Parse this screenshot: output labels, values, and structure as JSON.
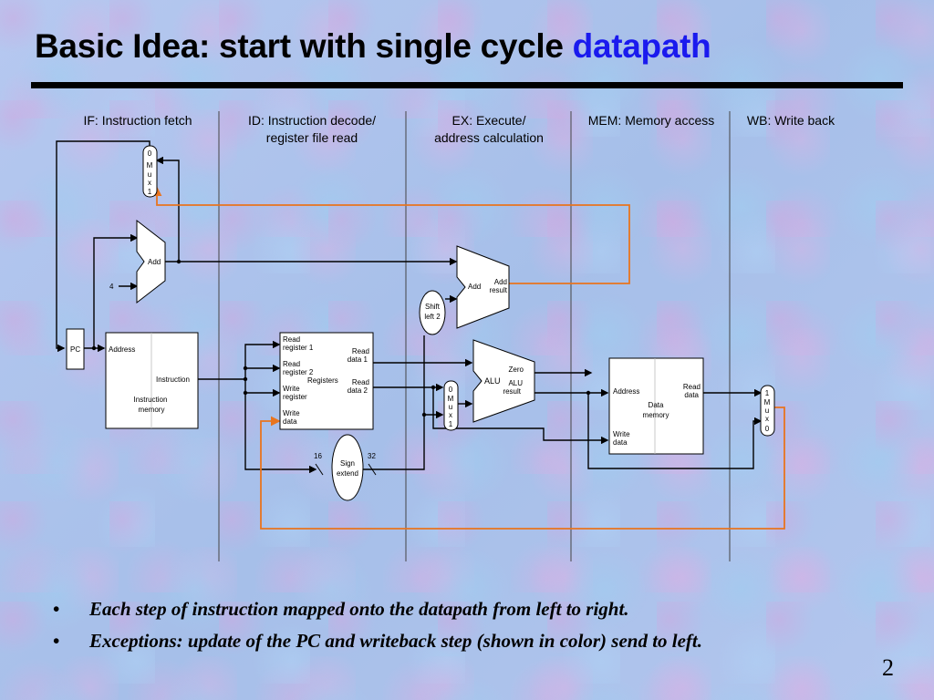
{
  "slide": {
    "title_main": "Basic Idea: start with single cycle ",
    "title_highlight": "datapath",
    "number": "2"
  },
  "stages": [
    {
      "lines": [
        "IF: Instruction fetch"
      ]
    },
    {
      "lines": [
        "ID: Instruction decode/",
        "register file read"
      ]
    },
    {
      "lines": [
        "EX: Execute/",
        "address calculation"
      ]
    },
    {
      "lines": [
        "MEM: Memory access"
      ]
    },
    {
      "lines": [
        "WB: Write back"
      ]
    }
  ],
  "diagram": {
    "pc": "PC",
    "constant_4": "4",
    "mux_pc": {
      "top": "0",
      "m": "M",
      "u": "u",
      "x": "x",
      "bottom": "1"
    },
    "adder_pc": "Add",
    "adder_branch": {
      "label": "Add",
      "result": [
        "Add",
        "result"
      ]
    },
    "shift": [
      "Shift",
      "left 2"
    ],
    "instruction_memory": {
      "address": "Address",
      "instruction": "Instruction",
      "name": [
        "Instruction",
        "memory"
      ]
    },
    "registers": {
      "read_reg1": [
        "Read",
        "register 1"
      ],
      "read_reg2": [
        "Read",
        "register 2"
      ],
      "write_reg": [
        "Write",
        "register"
      ],
      "write_data": [
        "Write",
        "data"
      ],
      "read_data1": [
        "Read",
        "data 1"
      ],
      "read_data2": [
        "Read",
        "data 2"
      ],
      "name": "Registers"
    },
    "sign_extend": {
      "label": [
        "Sign",
        "extend"
      ],
      "in_width": "16",
      "out_width": "32"
    },
    "mux_alu": {
      "top": "0",
      "m": "M",
      "u": "u",
      "x": "x",
      "bottom": "1"
    },
    "alu": {
      "label": "ALU",
      "zero": "Zero",
      "result": [
        "ALU",
        "result"
      ]
    },
    "data_memory": {
      "address": "Address",
      "write_data": [
        "Write",
        "data"
      ],
      "read_data": [
        "Read",
        "data"
      ],
      "name": [
        "Data",
        "memory"
      ]
    },
    "mux_wb": {
      "top": "1",
      "m": "M",
      "u": "u",
      "x": "x",
      "bottom": "0"
    }
  },
  "bullets": [
    "Each step of instruction mapped onto the datapath from left to right.",
    "Exceptions:  update of the PC and writeback step (shown in color) send to left."
  ],
  "colors": {
    "highlight_path": "#e8741e",
    "title_accent": "#1a1aee"
  }
}
